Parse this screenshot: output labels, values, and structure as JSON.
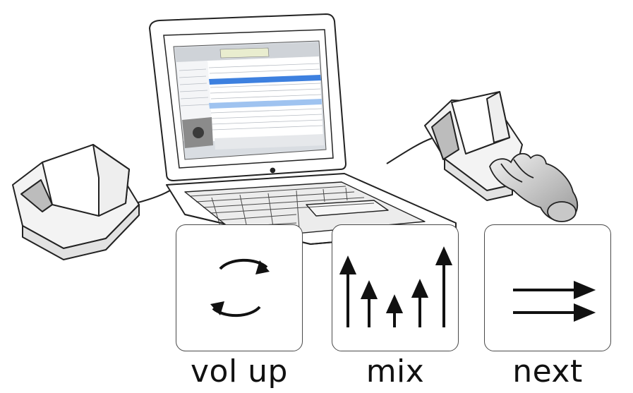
{
  "gestures": [
    {
      "label": "vol up",
      "icon": "rotate-arrows-icon"
    },
    {
      "label": "mix",
      "icon": "mix-arrows-up-icon"
    },
    {
      "label": "next",
      "icon": "double-arrow-right-icon"
    }
  ],
  "laptop_brand_icon": "apple-logo-icon",
  "colors": {
    "line": "#222222",
    "screen": "#d9dde2",
    "list": "#f4f5f7",
    "highlight": "#3d80df"
  }
}
